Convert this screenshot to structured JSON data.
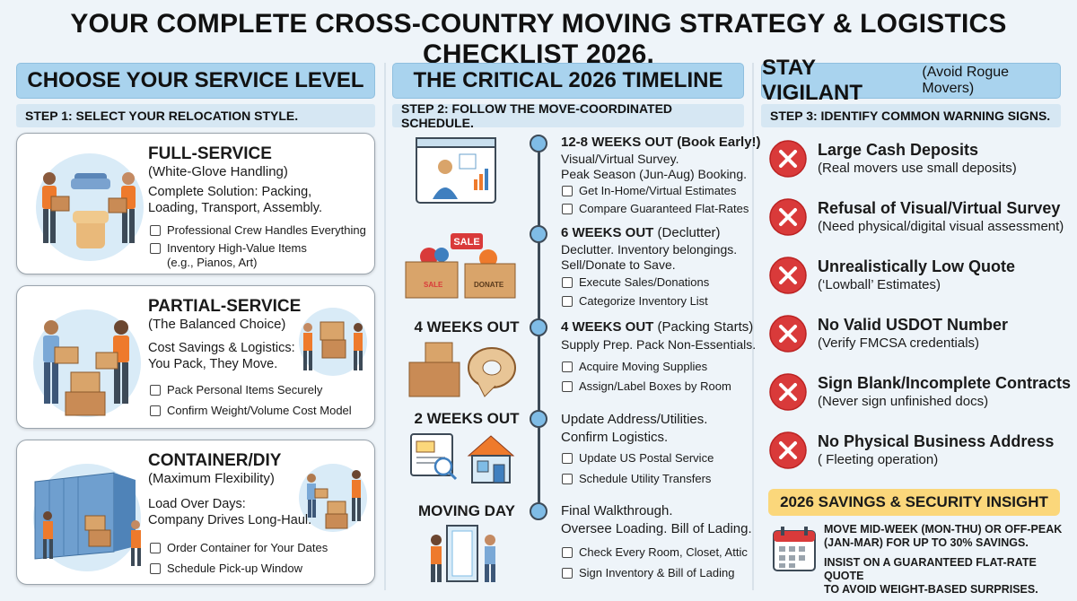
{
  "title": "YOUR COMPLETE CROSS-COUNTRY MOVING STRATEGY & LOGISTICS CHECKLIST 2026.",
  "service": {
    "header": "CHOOSE YOUR SERVICE LEVEL",
    "step": "STEP 1: SELECT YOUR RELOCATION STYLE.",
    "cards": [
      {
        "title": "FULL-SERVICE",
        "subtitle": "(White-Glove Handling)",
        "desc": [
          "Complete Solution: Packing,",
          "Loading, Transport, Assembly."
        ],
        "checks": [
          "Professional Crew Handles Everything",
          "Inventory High-Value Items",
          "(e.g., Pianos, Art)"
        ]
      },
      {
        "title": "PARTIAL-SERVICE",
        "subtitle": "(The Balanced Choice)",
        "desc": [
          "Cost Savings & Logistics:",
          "You Pack, They Move."
        ],
        "checks": [
          "Pack Personal Items Securely",
          "Confirm Weight/Volume Cost Model"
        ]
      },
      {
        "title": "CONTAINER/DIY",
        "subtitle": "(Maximum Flexibility)",
        "desc": [
          "Load Over Days:",
          "Company Drives Long-Haul."
        ],
        "checks": [
          "Order Container for Your Dates",
          "Schedule Pick-up Window"
        ]
      }
    ]
  },
  "timeline": {
    "header": "THE CRITICAL 2026 TIMELINE",
    "step": "STEP 2: FOLLOW THE MOVE-COORDINATED SCHEDULE.",
    "stages": [
      {
        "label": "",
        "head_bold": "12-8 WEEKS OUT (Book Early!)",
        "head_rest": "",
        "desc": [
          "Visual/Virtual Survey.",
          "Peak Season (Jun-Aug) Booking."
        ],
        "checks": [
          "Get In-Home/Virtual Estimates",
          "Compare Guaranteed Flat-Rates"
        ]
      },
      {
        "label": "",
        "head_bold": "6 WEEKS OUT",
        "head_rest": " (Declutter)",
        "desc": [
          "Declutter. Inventory belongings.",
          "Sell/Donate to Save."
        ],
        "checks": [
          "Execute Sales/Donations",
          "Categorize Inventory List"
        ]
      },
      {
        "label": "4 WEEKS OUT",
        "head_bold": "4 WEEKS OUT",
        "head_rest": " (Packing Starts)",
        "desc": [
          "Supply Prep. Pack Non-Essentials."
        ],
        "checks": [
          "Acquire Moving Supplies",
          "Assign/Label Boxes by Room"
        ]
      },
      {
        "label": "2 WEEKS OUT",
        "head_bold": "",
        "head_rest": "Update Address/Utilities.",
        "desc": [
          "Confirm Logistics."
        ],
        "checks": [
          "Update US Postal Service",
          "Schedule Utility Transfers"
        ]
      },
      {
        "label": "MOVING DAY",
        "head_bold": "",
        "head_rest": "Final Walkthrough.",
        "desc": [
          "Oversee Loading. Bill of Lading."
        ],
        "checks": [
          "Check Every Room, Closet, Attic",
          "Sign Inventory & Bill of Lading"
        ]
      }
    ],
    "sale_tag": "SALE",
    "box_sale": "SALE",
    "box_donate": "DONATE"
  },
  "vigilant": {
    "header": "STAY VIGILANT",
    "header_sub": "(Avoid Rogue Movers)",
    "step": "STEP 3: IDENTIFY COMMON WARNING SIGNS.",
    "warnings": [
      {
        "title": "Large Cash Deposits",
        "sub": "(Real movers use small deposits)"
      },
      {
        "title": "Refusal of Visual/Virtual Survey",
        "sub": "(Need physical/digital visual assessment)"
      },
      {
        "title": "Unrealistically Low Quote",
        "sub": "(‘Lowball’ Estimates)"
      },
      {
        "title": "No Valid USDOT Number",
        "sub": "(Verify FMCSA credentials)"
      },
      {
        "title": "Sign Blank/Incomplete Contracts",
        "sub": "(Never sign unfinished docs)"
      },
      {
        "title": "No Physical Business Address",
        "sub": "( Fleeting operation)"
      }
    ],
    "insight_header": "2026 SAVINGS & SECURITY INSIGHT",
    "insight_1": [
      "MOVE MID-WEEK (MON-THU) OR OFF-PEAK",
      "(JAN-MAR) FOR UP TO 30% SAVINGS."
    ],
    "insight_2": [
      "INSIST ON A GUARANTEED FLAT-RATE QUOTE",
      "TO AVOID WEIGHT-BASED SURPRISES."
    ]
  },
  "colors": {
    "header_bg": "#a9d3ee",
    "step_bg": "#d6e7f3",
    "warning_red": "#d93a3a",
    "insight_bg": "#fbd77b",
    "orange": "#ee7a2c"
  }
}
